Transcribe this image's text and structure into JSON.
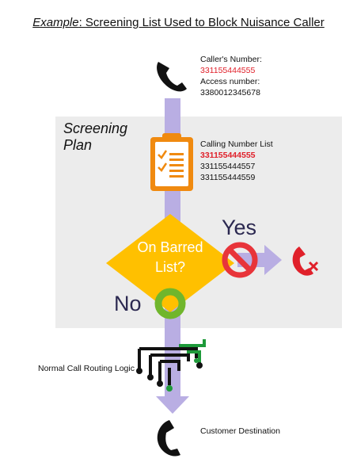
{
  "title": {
    "example": "Example",
    "rest": ": Screening List Used to Block Nuisance Caller"
  },
  "caller": {
    "number_label": "Caller's Number:",
    "number": "331155444555",
    "access_label": "Access number:",
    "access_number": "3380012345678"
  },
  "screening_plan": {
    "label_line1": "Screening",
    "label_line2": "Plan"
  },
  "calling_list": {
    "title": "Calling Number List",
    "numbers": [
      "331155444555",
      "331155444557",
      "331155444559"
    ]
  },
  "decision": {
    "line1": "On Barred",
    "line2": "List?",
    "yes": "Yes",
    "no": "No"
  },
  "routing": {
    "label": "Normal Call Routing Logic"
  },
  "destination": {
    "label": "Customer Destination"
  },
  "colors": {
    "flow_arrow": "#b9aee3",
    "plan_box": "#ececec",
    "diamond": "#ffc000",
    "clipboard": "#f08a10",
    "no_circle": "#70b62c",
    "no_symbol": "#e8343a",
    "blocked_phone": "#e0202a",
    "routing_green": "#1e9a3a"
  },
  "icons": [
    "phone-icon",
    "clipboard-checklist-icon",
    "prohibited-icon",
    "blocked-call-icon",
    "circle-icon",
    "routing-circuit-icon",
    "phone-icon"
  ]
}
